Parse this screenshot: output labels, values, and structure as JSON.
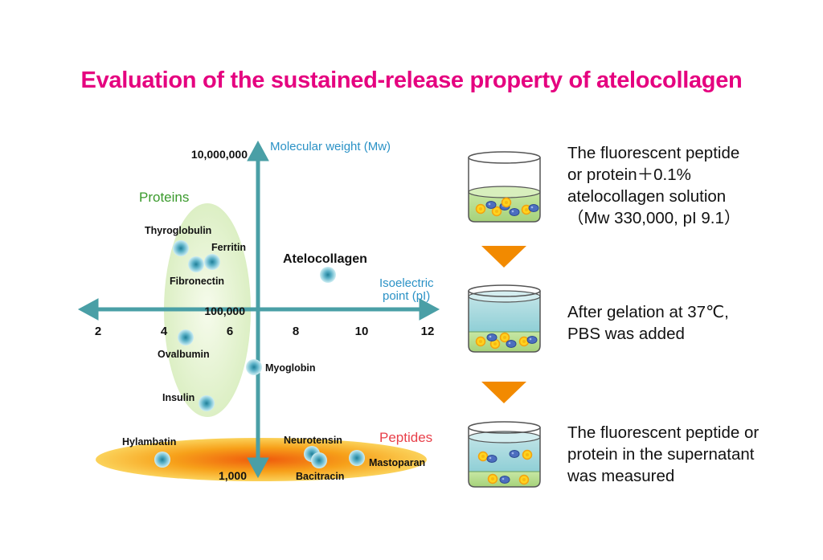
{
  "title": "Evaluation of the sustained-release property of atelocollagen",
  "axes": {
    "y_label": "Molecular weight (Mw)",
    "x_label_line1": "Isoelectric",
    "x_label_line2": "point (pI)",
    "y_ticks": [
      "10,000,000",
      "100,000",
      "1,000"
    ],
    "x_ticks": [
      "2",
      "4",
      "6",
      "8",
      "10",
      "12"
    ]
  },
  "groups": {
    "proteins": "Proteins",
    "peptides": "Peptides"
  },
  "points": {
    "thyroglobulin": "Thyroglobulin",
    "ferritin": "Ferritin",
    "fibronectin": "Fibronectin",
    "atelocollagen": "Atelocollagen",
    "ovalbumin": "Ovalbumin",
    "myoglobin": "Myoglobin",
    "insulin": "Insulin",
    "hylambatin": "Hylambatin",
    "neurotensin": "Neurotensin",
    "mastoparan": "Mastoparan",
    "bacitracin": "Bacitracin"
  },
  "steps": [
    {
      "lines": [
        "The fluorescent peptide",
        "or protein＋0.1%",
        "atelocollagen solution",
        "（Mw 330,000, pI 9.1）"
      ]
    },
    {
      "lines": [
        "After gelation at 37℃,",
        "PBS was added"
      ]
    },
    {
      "lines": [
        "The fluorescent peptide or",
        "protein in the supernatant",
        "was measured"
      ]
    }
  ],
  "colors": {
    "title": "#e5007f",
    "axis": "#4a9fa6",
    "axis_label": "#2b92c6",
    "proteins_label": "#3a9a2c",
    "peptides_label": "#e8404a",
    "arrow_down": "#f28a00"
  }
}
